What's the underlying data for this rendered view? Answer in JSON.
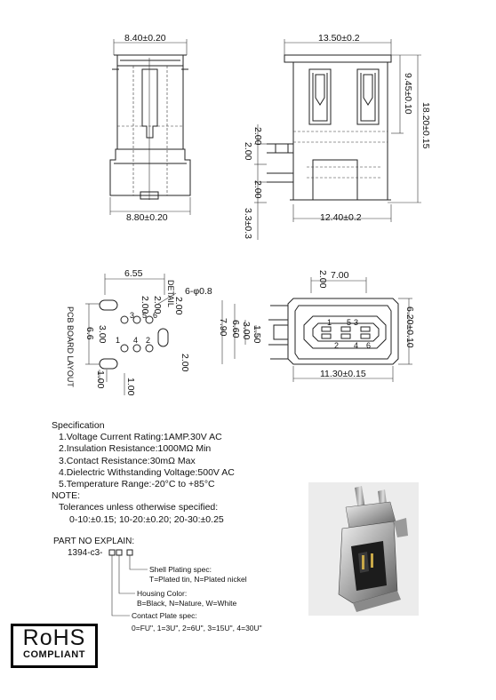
{
  "dims": {
    "top_left_w": "8.40±0.20",
    "bot_left_w": "8.80±0.20",
    "top_right_w": "13.50±0.2",
    "bot_right_w": "12.40±0.2",
    "r_945": "9.45±0.10",
    "r_1820": "18.20±0.15",
    "l_200a": "2.00",
    "l_200b": "2.00",
    "l_200c": "2.00",
    "l_33": "3.3±0.3",
    "pcb_655": "6.55",
    "pcb_200a": "2.00",
    "pcb_200b": "2.00",
    "pcb_200c": "2.00",
    "pcb_200d": "2.00",
    "pcb_66": "6.6",
    "pcb_300": "3.00",
    "pcb_100a": "1.00",
    "pcb_100b": "1.00",
    "pcb_6phi": "6-φ0.8",
    "pcb_label": "PCB BOARD LAYOUT",
    "pcb_detail": "DETAIL",
    "f_700": "7.00",
    "f_200": "2.00",
    "f_790": "7.90",
    "f_660": "6.60",
    "f_300": "3.00",
    "f_150": "1.50",
    "f_620": "6.20±0.10",
    "f_1130": "11.30±0.15",
    "pin_1": "1",
    "pin_2": "2",
    "pin_3": "3",
    "pin_4": "4",
    "pin_5": "5",
    "pin_6": "6"
  },
  "spec": {
    "heading": "Specification",
    "lines": [
      "1.Voltage Current Rating:1AMP.30V AC",
      "2.Insulation Resistance:1000MΩ  Min",
      "3.Contact  Resistance:30mΩ  Max",
      "4.Dielectric Withstanding Voltage:500V AC",
      "5.Temperature Range:-20°C to +85°C"
    ],
    "note_heading": "NOTE:",
    "note_line1": "Tolerances unless otherwise specified:",
    "note_line2": "0-10:±0.15;  10-20:±0.20;  20-30:±0.25"
  },
  "part": {
    "heading": "PART NO EXPLAIN:",
    "code": "1394-c3-",
    "shell_label": "Shell Plating  spec:",
    "shell_opts": "T=Plated tin,  N=Plated nickel",
    "housing_label": "Housing Color:",
    "housing_opts": "B=Black,  N=Nature,  W=White",
    "contact_label": "Contact Plate spec:",
    "contact_opts": "0=FU\",  1=3U\",  2=6U\",  3=15U\",  4=30U\""
  },
  "rohs": {
    "big": "RoHS",
    "small": "COMPLIANT"
  }
}
